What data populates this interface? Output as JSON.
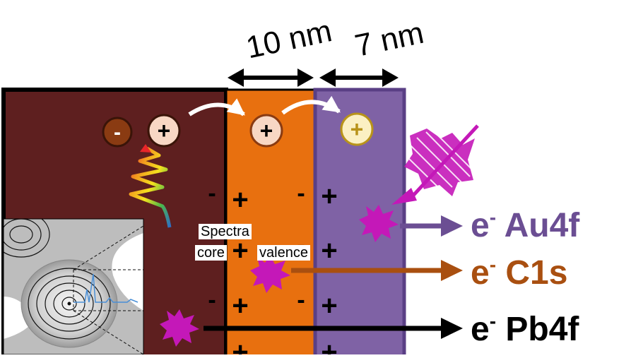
{
  "dimensions": {
    "thick_layer": "10 nm",
    "thin_layer": "7 nm"
  },
  "charges": {
    "negative": "-",
    "positive": "+"
  },
  "spectra_box": {
    "title": "Spectra",
    "core": "core",
    "valence": "valence"
  },
  "emissions": [
    {
      "electron": "e",
      "superscript": "-",
      "level": "Au4f",
      "color": "#6b4e93"
    },
    {
      "electron": "e",
      "superscript": "-",
      "level": "C1s",
      "color": "#a94f10"
    },
    {
      "electron": "e",
      "superscript": "-",
      "level": "Pb4f",
      "color": "#000000"
    }
  ],
  "colors": {
    "substrate": "#5e1f1f",
    "middle_layer": "#e8700f",
    "top_layer": "#7f62a5",
    "burst": "#c418b8",
    "white_arrow": "#ffffff"
  }
}
